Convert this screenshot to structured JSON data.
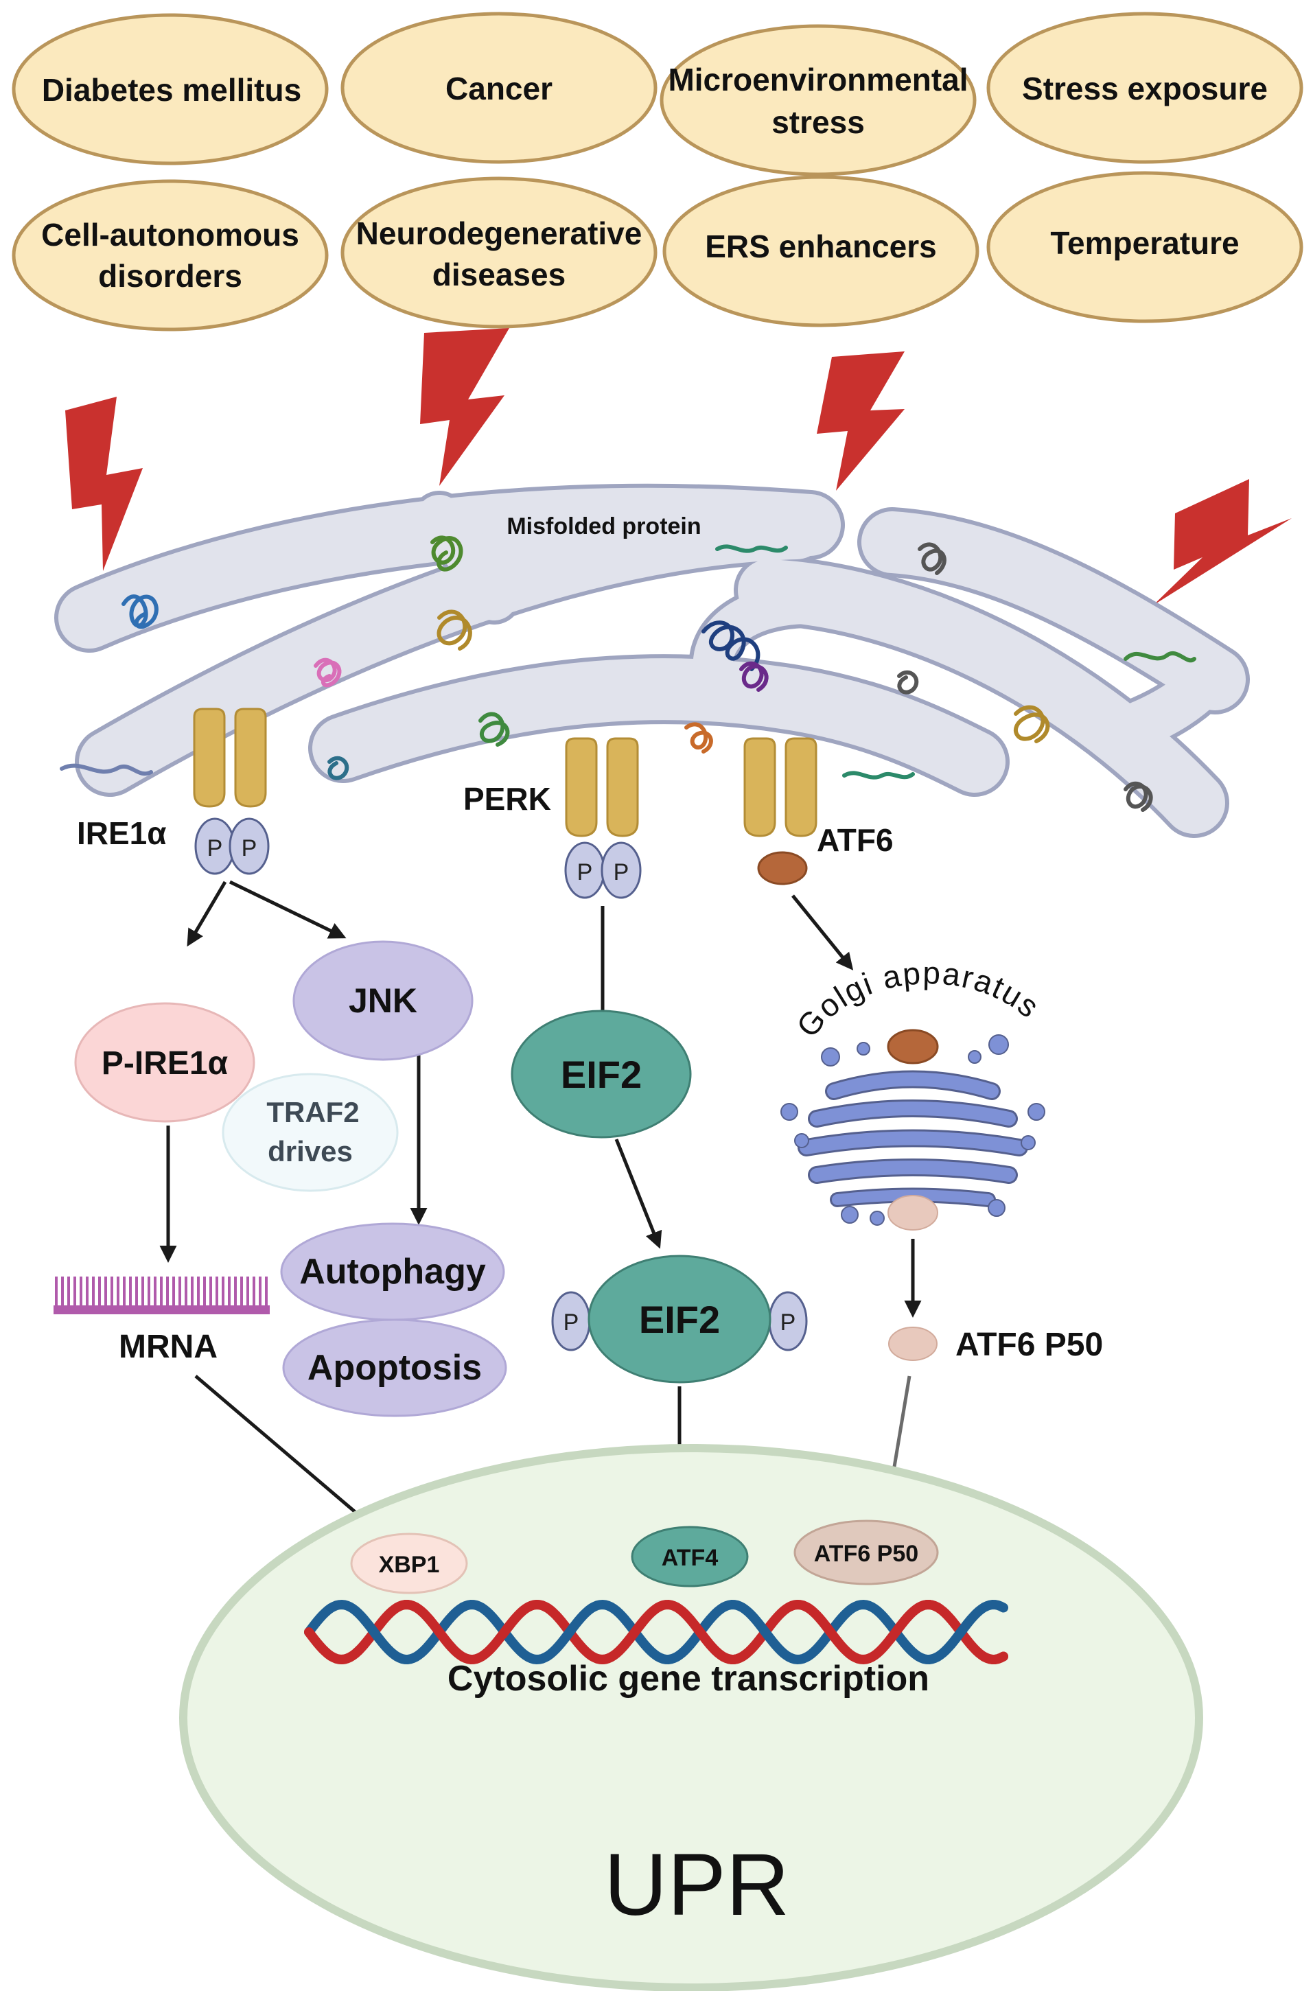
{
  "triggers": {
    "diabetes": "Diabetes mellitus",
    "cancer": "Cancer",
    "micro_1": "Microenvironmental",
    "micro_2": "stress",
    "stress_exposure": "Stress exposure",
    "cell_1": "Cell-autonomous",
    "cell_2": "disorders",
    "neuro_1": "Neurodegenerative",
    "neuro_2": "diseases",
    "ers": "ERS enhancers",
    "temperature": "Temperature"
  },
  "er": {
    "misfolded": "Misfolded protein"
  },
  "sensors": {
    "ire1a": "IRE1α",
    "perk": "PERK",
    "atf6": "ATF6",
    "p": "P"
  },
  "pathway": {
    "p_ire1a": "P-IRE1α",
    "jnk": "JNK",
    "traf2_1": "TRAF2",
    "traf2_2": "drives",
    "autophagy": "Autophagy",
    "apoptosis": "Apoptosis",
    "mrna": "MRNA",
    "eif2": "EIF2",
    "eif2_p": "EIF2",
    "golgi": "Golgi apparatus",
    "atf6_p50": "ATF6 P50"
  },
  "nucleus": {
    "xbp1": "XBP1",
    "atf4": "ATF4",
    "atf6_p50": "ATF6 P50",
    "transcription": "Cytosolic gene transcription",
    "upr": "UPR"
  },
  "colors": {
    "trigger_fill": "#fbe9be",
    "trigger_stroke": "#b9955a",
    "er_fill": "#e1e3ec",
    "er_stroke": "#9fa5c0",
    "bolt": "#c9312e",
    "receptor": "#d9b45a",
    "phospho": "#c7cbe6",
    "jnk": "#c9c3e6",
    "p_ire1a": "#fbd6d6",
    "eif2": "#5eaa9c",
    "golgi": "#7e91d6",
    "nucleus_fill": "#ecf5e6",
    "nucleus_stroke": "#c7d8c0",
    "dna_red": "#c62829",
    "dna_blue": "#1f5f94"
  }
}
